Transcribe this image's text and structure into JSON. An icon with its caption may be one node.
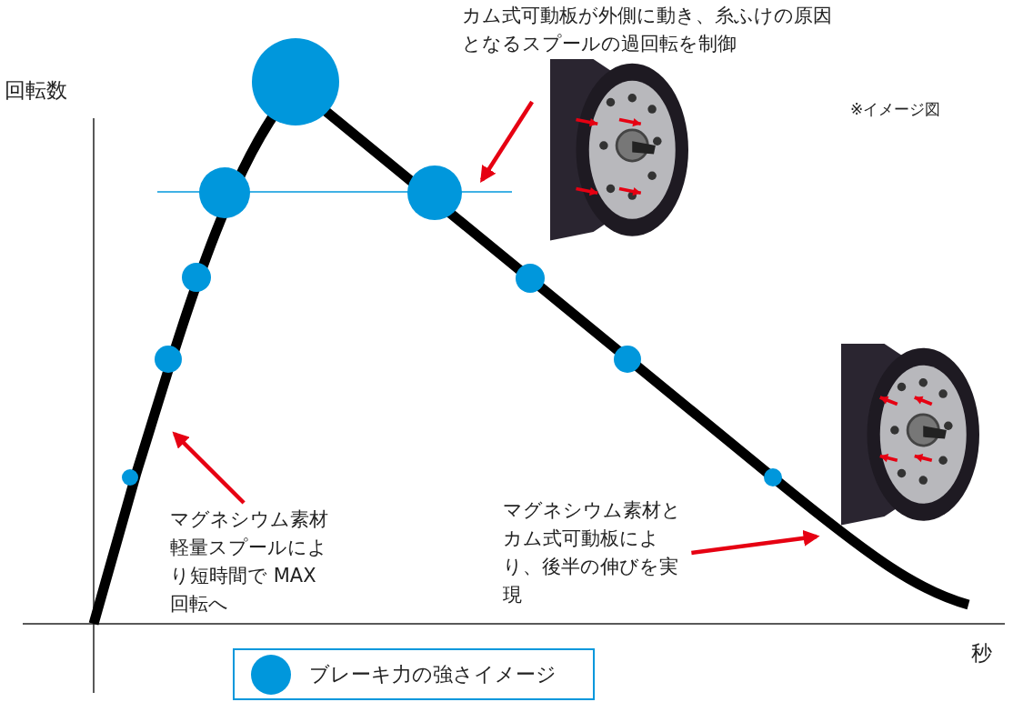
{
  "diagram": {
    "nodes": [
      {
        "text": [
          "マグネシウム素材軽量スプールにより短時間で MAX 回転へ"
        ]
      },
      {
        "text": [
          "カム式可動板が外側に動き、糸ふけの原因となるスプールの過回転を制御"
        ]
      },
      {
        "text": [
          "マグネシウム素材とカム式可動板により、後半の伸びを実現"
        ]
      }
    ],
    "edges": [
      {
        "from": 0,
        "to": null,
        "arrow": "to",
        "color": "#e60012"
      },
      {
        "from": 1,
        "to": null,
        "arrow": "to",
        "color": "#e60012"
      },
      {
        "from": 2,
        "to": null,
        "arrow": "to",
        "color": "#e60012"
      }
    ],
    "labels": [
      "回転数",
      "※イメージ図",
      "秒"
    ],
    "legend": [
      {
        "text": "ブレーキ力の強さイメージ",
        "color": "#0097dc"
      }
    ]
  }
}
